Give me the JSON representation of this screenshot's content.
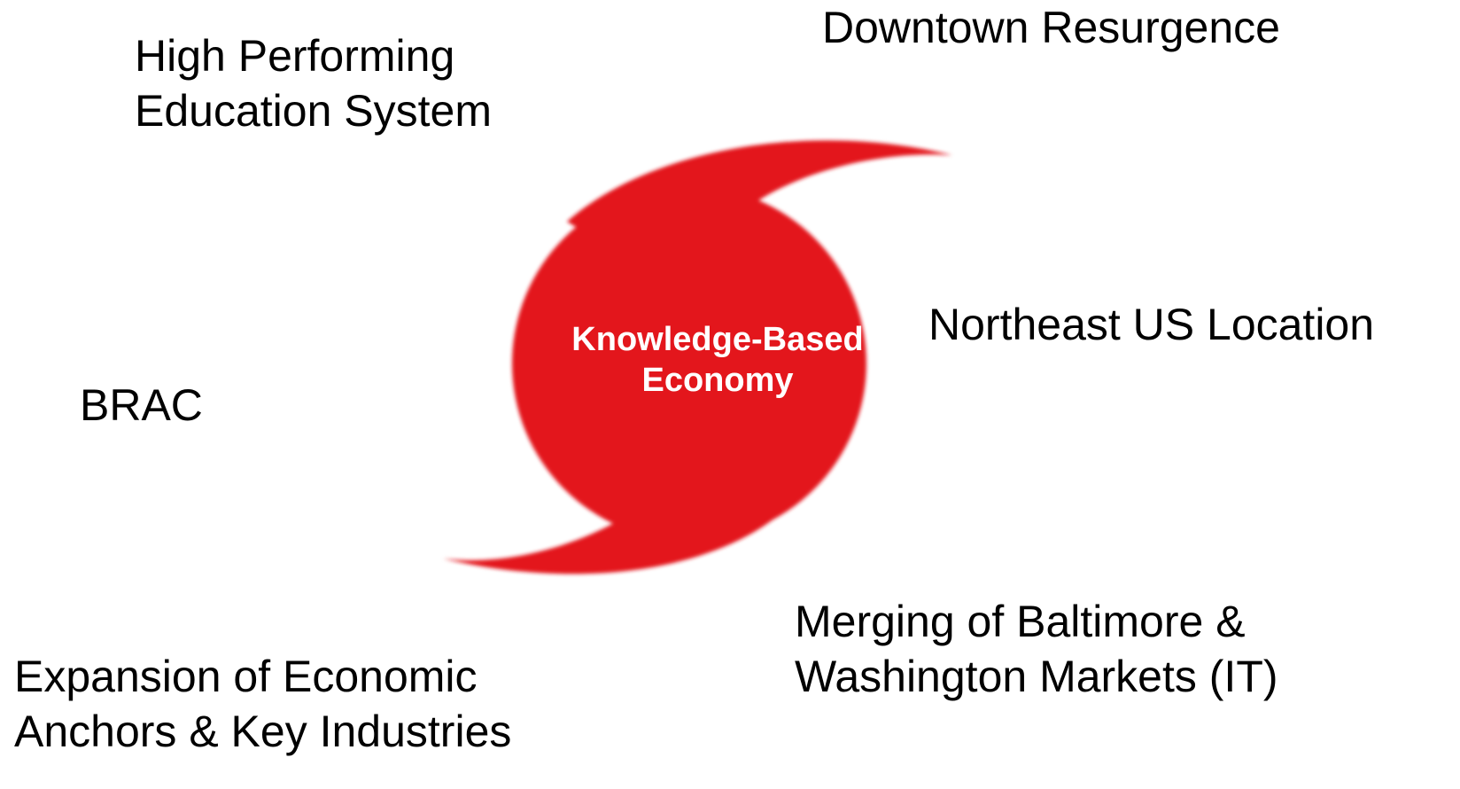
{
  "center": {
    "line1": "Knowledge-Based",
    "line2": "Economy",
    "color": "#e3141b"
  },
  "factors": {
    "education": {
      "line1": "High Performing",
      "line2": "Education System"
    },
    "downtown": {
      "line1": "Downtown Resurgence"
    },
    "northeast": {
      "line1": "Northeast US Location"
    },
    "brac": {
      "line1": "BRAC"
    },
    "merging": {
      "line1": "Merging of Baltimore &",
      "line2": "Washington Markets (IT)"
    },
    "expansion": {
      "line1": "Expansion of Economic",
      "line2": "Anchors & Key Industries"
    }
  }
}
